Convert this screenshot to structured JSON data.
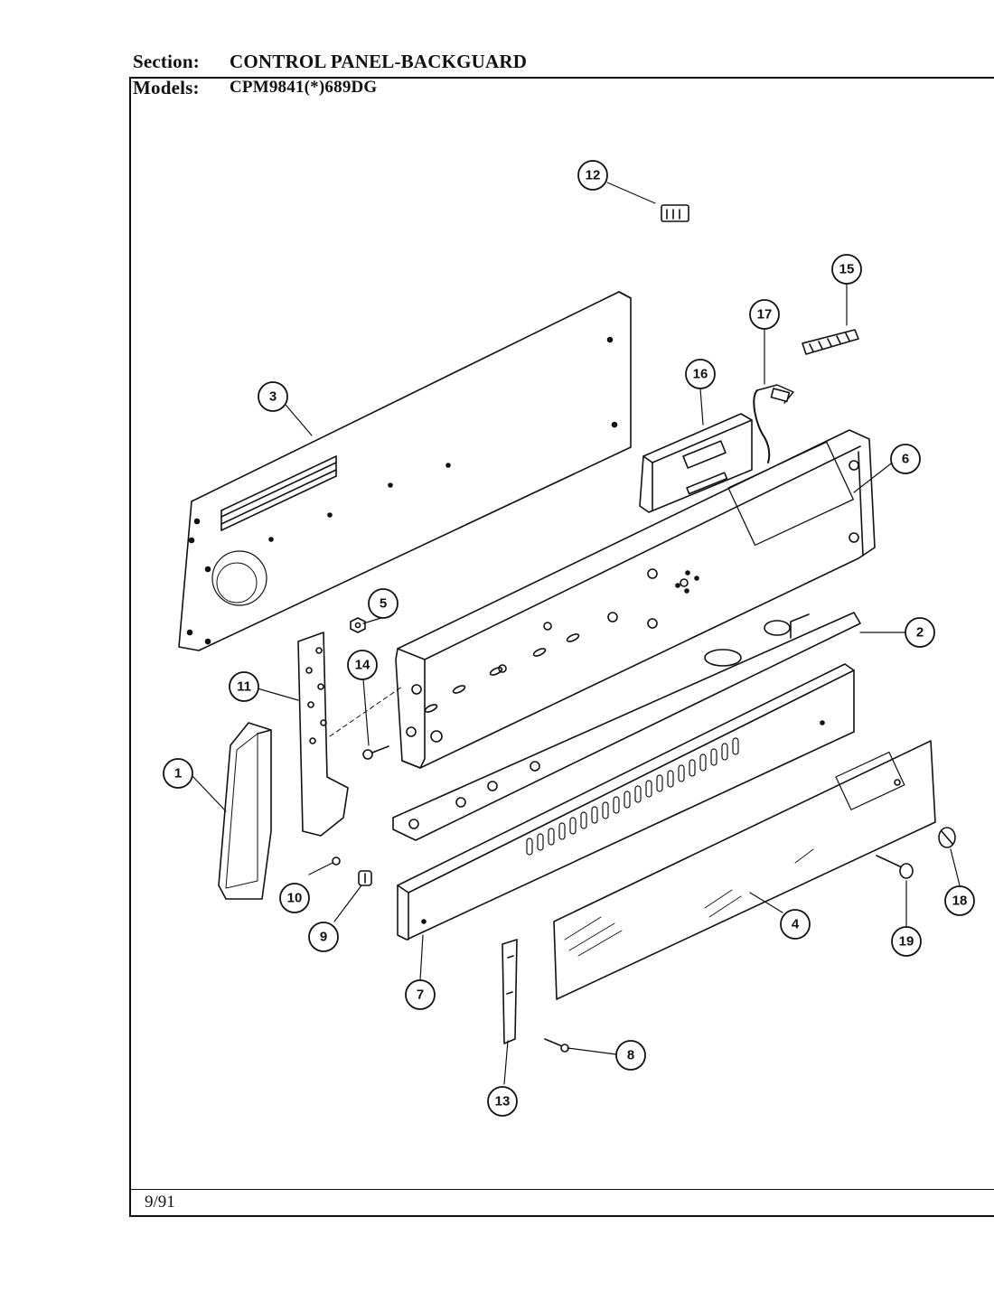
{
  "header": {
    "section_label": "Section:",
    "section_value": "CONTROL PANEL-BACKGUARD",
    "models_label": "Models:",
    "models_value": "CPM9841(*)689DG"
  },
  "footer": {
    "date": "9/91"
  },
  "callouts": [
    {
      "id": "1",
      "label": "1"
    },
    {
      "id": "2",
      "label": "2"
    },
    {
      "id": "3",
      "label": "3"
    },
    {
      "id": "4",
      "label": "4"
    },
    {
      "id": "5",
      "label": "5"
    },
    {
      "id": "6",
      "label": "6"
    },
    {
      "id": "7",
      "label": "7"
    },
    {
      "id": "8",
      "label": "8"
    },
    {
      "id": "9",
      "label": "9"
    },
    {
      "id": "10",
      "label": "10"
    },
    {
      "id": "11",
      "label": "11"
    },
    {
      "id": "12",
      "label": "12"
    },
    {
      "id": "13",
      "label": "13"
    },
    {
      "id": "14",
      "label": "14"
    },
    {
      "id": "15",
      "label": "15"
    },
    {
      "id": "16",
      "label": "16"
    },
    {
      "id": "17",
      "label": "17"
    },
    {
      "id": "18",
      "label": "18"
    },
    {
      "id": "19",
      "label": "19"
    }
  ]
}
